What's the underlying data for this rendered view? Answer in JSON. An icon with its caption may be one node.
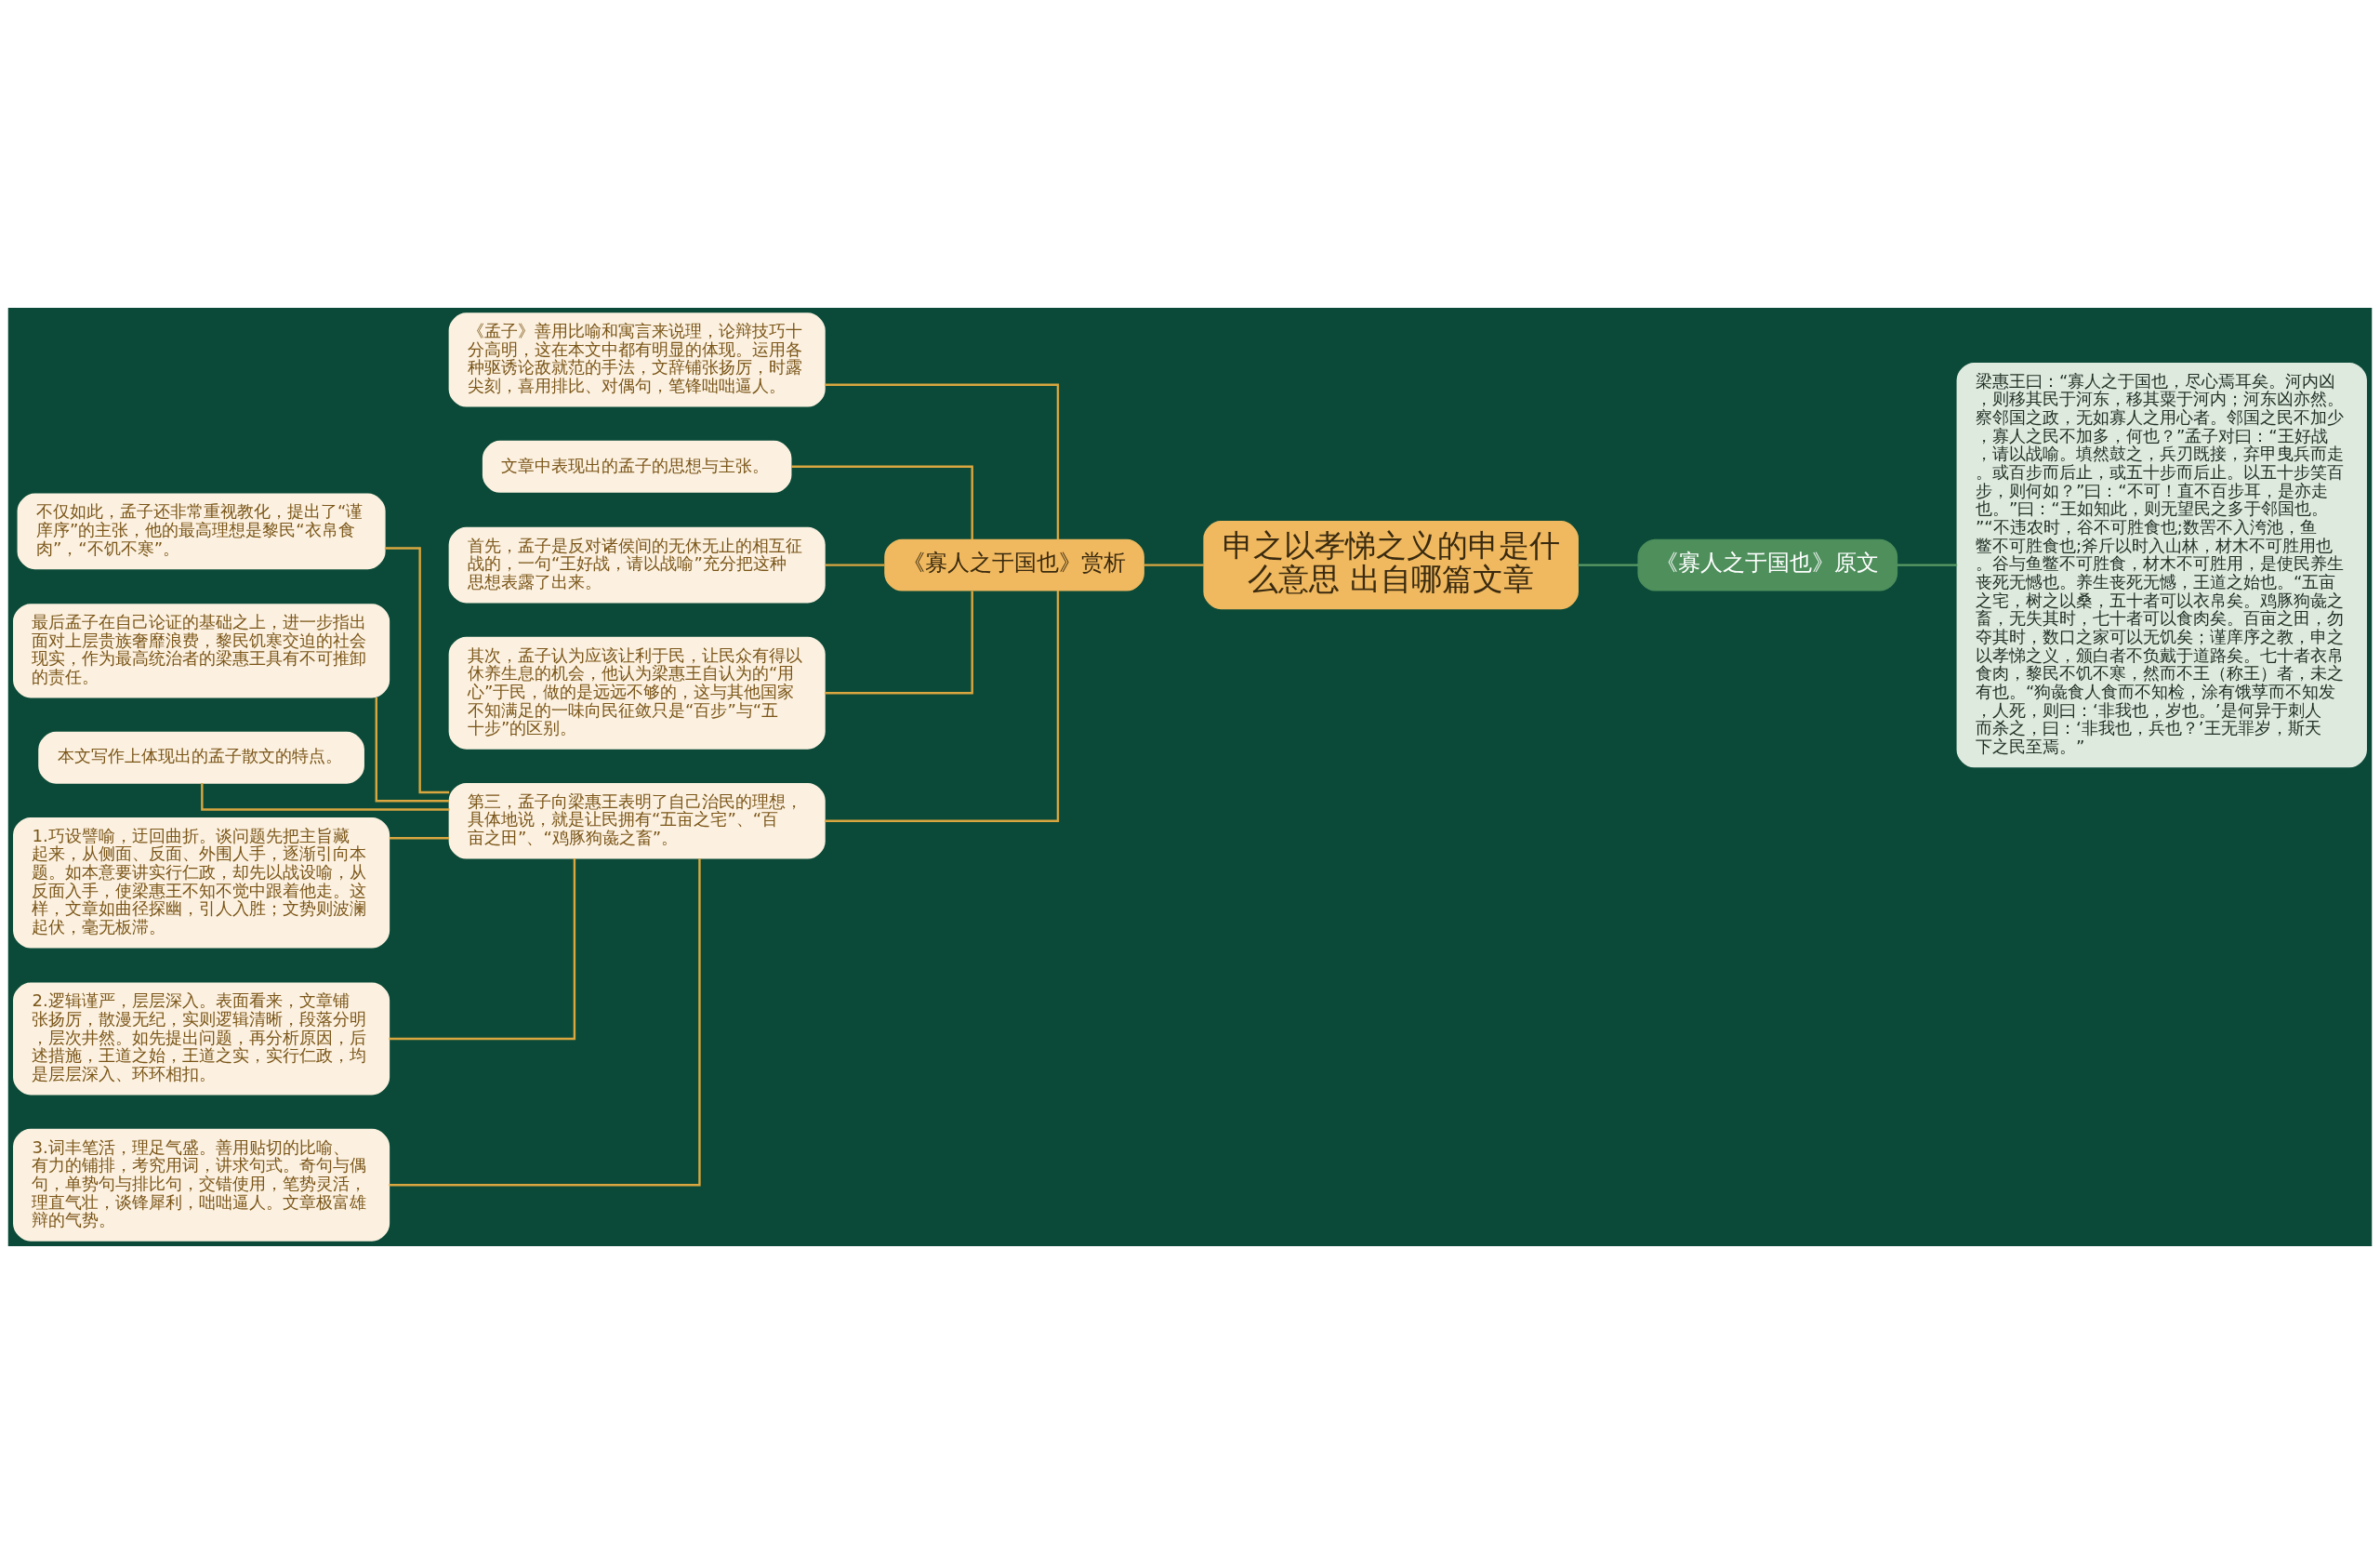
{
  "diagram": {
    "nodes": [
      {
        "text": [
          "申之以孝悌之义的申是什么意思 出自哪篇文章"
        ]
      },
      {
        "text": [
          "《寡人之于国也》赏析"
        ]
      },
      {
        "text": [
          "《孟子》善用比喻和寓言来说理，论辩技巧十分高明，这在本文中都有明显的体现。运用各种驱诱论敌就范的手法，文辞铺张扬厉，时露尖刻，喜用排比、对偶句，笔锋咄咄逼人。"
        ]
      },
      {
        "text": [
          "文章中表现出的孟子的思想与主张。"
        ]
      },
      {
        "text": [
          "首先，孟子是反对诸侯间的无休无止的相互征战的，一句“王好战，请以战喻”充分把这种思想表露了出来。"
        ]
      },
      {
        "text": [
          "其次，孟子认为应该让利于民，让民众有得以休养生息的机会，他认为梁惠王自认为的“用心”于民，做的是远远不够的，这与其他国家不知满足的一味向民征敛只是“百步”与“五十步”的区别。"
        ]
      },
      {
        "text": [
          "第三，孟子向梁惠王表明了自己治民的理想，具体地说，就是让民拥有“五亩之宅”、“百亩之田”、“鸡豚狗彘之畜”。"
        ]
      },
      {
        "text": [
          "不仅如此，孟子还非常重视教化，提出了“谨庠序”的主张，他的最高理想是黎民“衣帛食肉”，“不饥不寒”。"
        ]
      },
      {
        "text": [
          "最后孟子在自己论证的基础之上，进一步指出面对上层贵族奢靡浪费，黎民饥寒交迫的社会现实，作为最高统治者的梁惠王具有不可推卸的责任。"
        ]
      },
      {
        "text": [
          "本文写作上体现出的孟子散文的特点。"
        ]
      },
      {
        "text": [
          "1.巧设譬喻，迂回曲折。谈问题先把主旨藏起来，从侧面、反面、外围人手，逐渐引向本题。如本意要讲实行仁政，却先以战设喻，从反面入手，使梁惠王不知不觉中跟着他走。这样，文章如曲径探幽，引人入胜；文势则波澜起伏，毫无板滞。"
        ]
      },
      {
        "text": [
          "2.逻辑谨严，层层深入。表面看来，文章铺张扬厉，散漫无纪，实则逻辑清晰，段落分明，层次井然。如先提出问题，再分析原因，后述措施，王道之始，王道之实，实行仁政，均是层层深入、环环相扣。"
        ]
      },
      {
        "text": [
          "3.词丰笔活，理足气盛。善用贴切的比喻、有力的铺排，考究用词，讲求句式。奇句与偶句，单势句与排比句，交错使用，笔势灵活，理直气壮，谈锋犀利，咄咄逼人。文章极富雄辩的气势。"
        ]
      },
      {
        "text": [
          "《寡人之于国也》原文"
        ]
      },
      {
        "text": [
          "梁惠王曰：“寡人之于国也，尽心焉耳矣。河内凶，则移其民于河东，移其粟于河内；河东凶亦然。察邻国之政，无如寡人之用心者。邻国之民不加少，寡人之民不加多，何也？”孟子对曰：“王好战，请以战喻。填然鼓之，兵刃既接，弃甲曳兵而走。或百步而后止，或五十步而后止。以五十步笑百步，则何如？”曰：“不可！直不百步耳，是亦走也。”曰：“王如知此，则无望民之多于邻国也。”“不违农时，谷不可胜食也;数罟不入洿池，鱼鳖不可胜食也;斧斤以时入山林，材木不可胜用也。谷与鱼鳖不可胜食，材木不可胜用，是使民养生丧死无憾也。养生丧死无憾，王道之始也。“五亩之宅，树之以桑，五十者可以衣帛矣。鸡豚狗彘之畜，无失其时，七十者可以食肉矣。百亩之田，勿夺其时，数口之家可以无饥矣；谨庠序之教，申之以孝悌之义，颁白者不负戴于道路矣。七十者衣帛食肉，黎民不饥不寒，然而不王（称王）者，未之有也。“狗彘食人食而不知检，涂有饿莩而不知发，人死，则曰：‘非我也，岁也。’是何异于刺人而杀之，曰：‘非我也，兵也？’王无罪岁，斯天下之民至焉。”"
        ]
      }
    ],
    "edges": [
      {
        "from": 0,
        "to": 1,
        "arrow": "none"
      },
      {
        "from": 1,
        "to": 2,
        "arrow": "none"
      },
      {
        "from": 1,
        "to": 3,
        "arrow": "none"
      },
      {
        "from": 1,
        "to": 4,
        "arrow": "none"
      },
      {
        "from": 1,
        "to": 5,
        "arrow": "none"
      },
      {
        "from": 1,
        "to": 6,
        "arrow": "none"
      },
      {
        "from": 6,
        "to": 7,
        "arrow": "none"
      },
      {
        "from": 6,
        "to": 8,
        "arrow": "none"
      },
      {
        "from": 6,
        "to": 9,
        "arrow": "none"
      },
      {
        "from": 6,
        "to": 10,
        "arrow": "none"
      },
      {
        "from": 6,
        "to": 11,
        "arrow": "none"
      },
      {
        "from": 6,
        "to": 12,
        "arrow": "none"
      },
      {
        "from": 0,
        "to": 13,
        "arrow": "none",
        "color": "#5a9a66"
      },
      {
        "from": 13,
        "to": 14,
        "arrow": "none",
        "color": "#5a9a66"
      }
    ]
  }
}
